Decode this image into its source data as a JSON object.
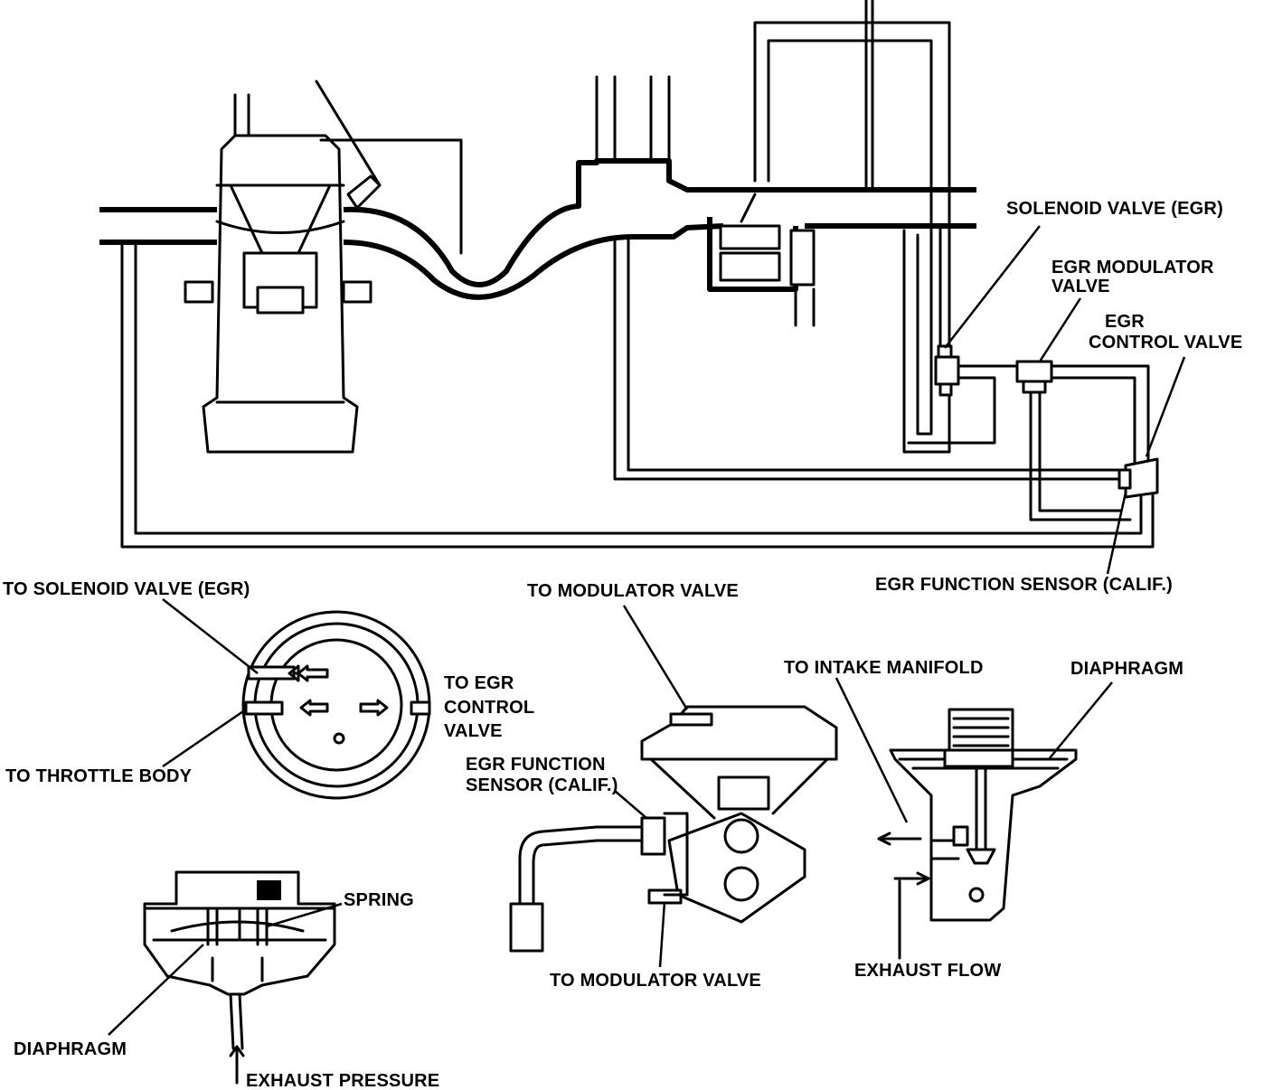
{
  "labels": {
    "solenoid_valve_egr": "SOLENOID VALVE (EGR)",
    "egr_modulator_valve_1": "EGR MODULATOR",
    "egr_modulator_valve_2": "VALVE",
    "egr_control_valve_1": "EGR",
    "egr_control_valve_2": "CONTROL VALVE",
    "egr_function_sensor_calif": "EGR FUNCTION SENSOR (CALIF.)",
    "to_solenoid_valve_egr": "TO SOLENOID VALVE (EGR)",
    "to_throttle_body": "TO THROTTLE BODY",
    "to_egr_control_valve_1": "TO EGR",
    "to_egr_control_valve_2": "CONTROL",
    "to_egr_control_valve_3": "VALVE",
    "to_modulator_valve_top": "TO MODULATOR VALVE",
    "egr_function_sensor_1": "EGR FUNCTION",
    "egr_function_sensor_2": "SENSOR (CALIF.)",
    "to_modulator_valve_bottom": "TO MODULATOR VALVE",
    "to_intake_manifold": "TO INTAKE MANIFOLD",
    "diaphragm_right": "DIAPHRAGM",
    "exhaust_flow": "EXHAUST FLOW",
    "spring": "SPRING",
    "diaphragm_left": "DIAPHRAGM",
    "exhaust_pressure": "EXHAUST PRESSURE"
  }
}
